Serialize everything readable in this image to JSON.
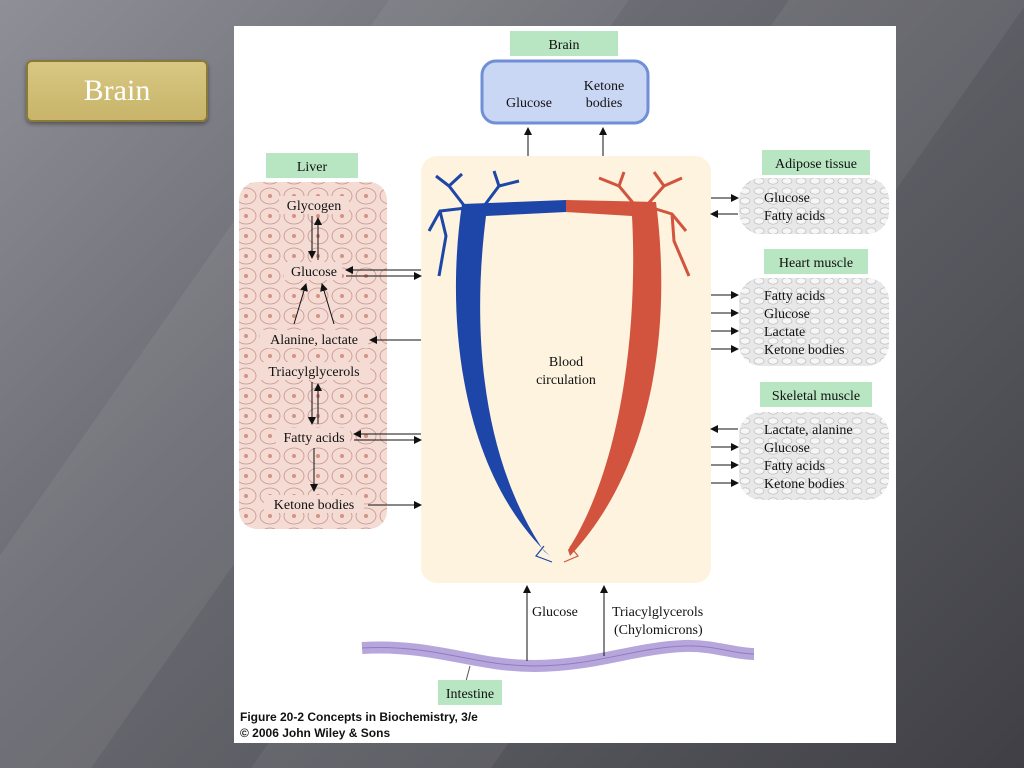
{
  "slide": {
    "title": "Brain"
  },
  "figure": {
    "brain": {
      "label": "Brain",
      "items": [
        "Glucose",
        "Ketone",
        "bodies"
      ]
    },
    "liver": {
      "label": "Liver",
      "items": [
        "Glycogen",
        "Glucose",
        "Alanine, lactate",
        "Triacylglycerols",
        "Fatty acids",
        "Ketone bodies"
      ]
    },
    "blood": {
      "line1": "Blood",
      "line2": "circulation"
    },
    "adipose": {
      "label": "Adipose tissue",
      "items": [
        "Glucose",
        "Fatty acids"
      ]
    },
    "heart": {
      "label": "Heart muscle",
      "items": [
        "Fatty acids",
        "Glucose",
        "Lactate",
        "Ketone bodies"
      ]
    },
    "skeletal": {
      "label": "Skeletal muscle",
      "items": [
        "Lactate, alanine",
        "Glucose",
        "Fatty acids",
        "Ketone bodies"
      ]
    },
    "intestine": {
      "label": "Intestine",
      "glucose": "Glucose",
      "tag_line1": "Triacylglycerols",
      "tag_line2": "(Chylomicrons)"
    },
    "caption_line1": "Figure 20-2  Concepts in Biochemistry, 3/e",
    "caption_line2": "© 2006 John Wiley & Sons"
  },
  "colors": {
    "label_box": "#b8e6c2",
    "brain_box": "#c9d6f4",
    "liver_bg": "#f2d7d0",
    "blood_bg": "#fdf3de",
    "vein_blue": "#1e46a8",
    "artery_red": "#d2543e",
    "intestine": "#b7a6dc",
    "muscle_bg": "#e6e6e6"
  }
}
